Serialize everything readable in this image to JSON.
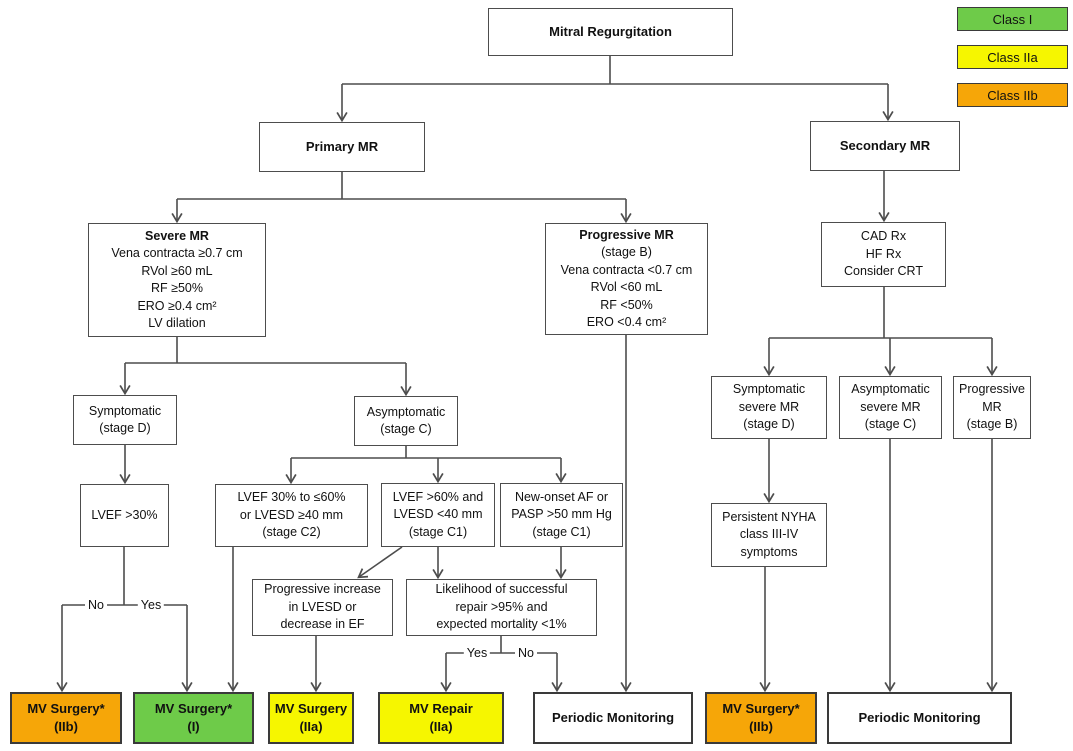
{
  "diagram": {
    "title": "Mitral Regurgitation"
  },
  "legend": {
    "items": [
      {
        "label": "Class I",
        "color": "#6ecb49"
      },
      {
        "label": "Class IIa",
        "color": "#f6f600"
      },
      {
        "label": "Class IIb",
        "color": "#f6a608"
      }
    ]
  },
  "colors": {
    "class_i": "#6ecb49",
    "class_iia": "#f6f600",
    "class_iib": "#f6a608",
    "line": "#4d4d4d",
    "box_border": "#4d4d4d"
  },
  "nodes": {
    "mitral": {
      "lines": [
        "Mitral Regurgitation"
      ]
    },
    "primary": {
      "lines": [
        "Primary MR"
      ]
    },
    "secondary": {
      "lines": [
        "Secondary MR"
      ]
    },
    "severe": {
      "lines": [
        "Severe MR",
        "Vena contracta ≥0.7 cm",
        "RVol ≥60 mL",
        "RF ≥50%",
        "ERO ≥0.4 cm²",
        "LV dilation"
      ]
    },
    "prog_primary": {
      "lines": [
        "Progressive MR",
        "(stage B)",
        "Vena contracta <0.7 cm",
        "RVol <60 mL",
        "RF <50%",
        "ERO <0.4 cm²"
      ]
    },
    "cad": {
      "lines": [
        "CAD Rx",
        "HF Rx",
        "Consider CRT"
      ]
    },
    "symptomatic_d": {
      "lines": [
        "Symptomatic",
        "(stage D)"
      ]
    },
    "asymptomatic_c": {
      "lines": [
        "Asymptomatic",
        "(stage C)"
      ]
    },
    "lvef30": {
      "lines": [
        "LVEF >30%"
      ]
    },
    "stage_c2": {
      "lines": [
        "LVEF 30% to ≤60%",
        "or LVESD ≥40 mm",
        "(stage C2)"
      ]
    },
    "stage_c1_lvef": {
      "lines": [
        "LVEF >60% and",
        "LVESD <40 mm",
        "(stage C1)"
      ]
    },
    "stage_c1_af": {
      "lines": [
        "New-onset AF or",
        "PASP >50 mm Hg",
        "(stage C1)"
      ]
    },
    "prog_increase": {
      "lines": [
        "Progressive increase",
        "in LVESD or",
        "decrease in EF"
      ]
    },
    "likelihood": {
      "lines": [
        "Likelihood of successful",
        "repair >95% and",
        "expected mortality <1%"
      ]
    },
    "symp_severe": {
      "lines": [
        "Symptomatic",
        "severe MR",
        "(stage D)"
      ]
    },
    "asymp_severe": {
      "lines": [
        "Asymptomatic",
        "severe MR",
        "(stage C)"
      ]
    },
    "prog_secondary": {
      "lines": [
        "Progressive",
        "MR",
        "(stage B)"
      ]
    },
    "nyha": {
      "lines": [
        "Persistent NYHA",
        "class III-IV",
        "symptoms"
      ]
    },
    "out_surgery_iib_left": {
      "lines": [
        "MV Surgery*",
        "(IIb)"
      ]
    },
    "out_surgery_i": {
      "lines": [
        "MV Surgery*",
        "(I)"
      ]
    },
    "out_surgery_iia": {
      "lines": [
        "MV Surgery",
        "(IIa)"
      ]
    },
    "out_repair_iia": {
      "lines": [
        "MV Repair",
        "(IIa)"
      ]
    },
    "out_periodic_left": {
      "lines": [
        "Periodic Monitoring"
      ]
    },
    "out_surgery_iib_right": {
      "lines": [
        "MV Surgery*",
        "(IIb)"
      ]
    },
    "out_periodic_right": {
      "lines": [
        "Periodic Monitoring"
      ]
    }
  },
  "edge_labels": {
    "no1": "No",
    "yes1": "Yes",
    "yes2": "Yes",
    "no2": "No"
  }
}
